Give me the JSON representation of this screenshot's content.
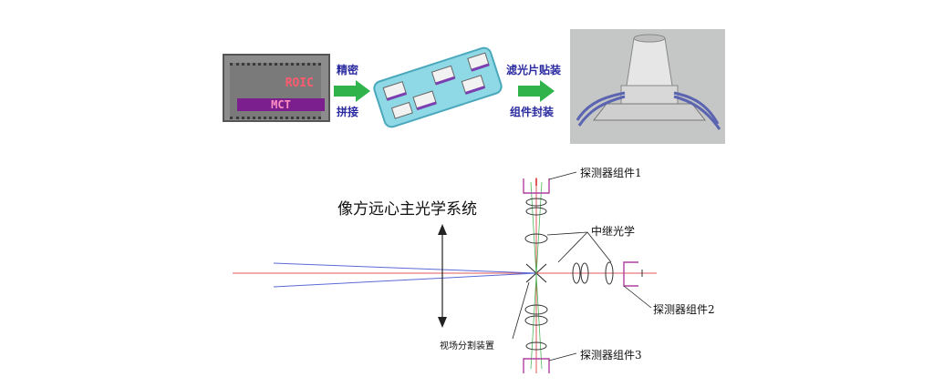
{
  "top_row": {
    "chip": {
      "roic_label": "ROIC",
      "mct_label": "MCT"
    },
    "step1": {
      "line1": "精密",
      "line2": "拼接"
    },
    "step2": {
      "line1": "滤光片贴装",
      "line2": "组件封装"
    }
  },
  "diagram": {
    "title": "像方远心主光学系统",
    "detector1": "探测器组件1",
    "detector2": "探测器组件2",
    "detector3": "探测器组件3",
    "relay": "中继光学",
    "splitter": "视场分割装置"
  },
  "colors": {
    "arrow_green": "#2fb34a",
    "label_blue": "#2a2aa0",
    "roic_red": "#ff5a6e",
    "mct_purple": "#7b1f8f",
    "tray_cyan": "#8fd8e6",
    "ray_red": "#e05a5a",
    "ray_blue": "#5a6ad8",
    "ray_green": "#4ab85a"
  }
}
